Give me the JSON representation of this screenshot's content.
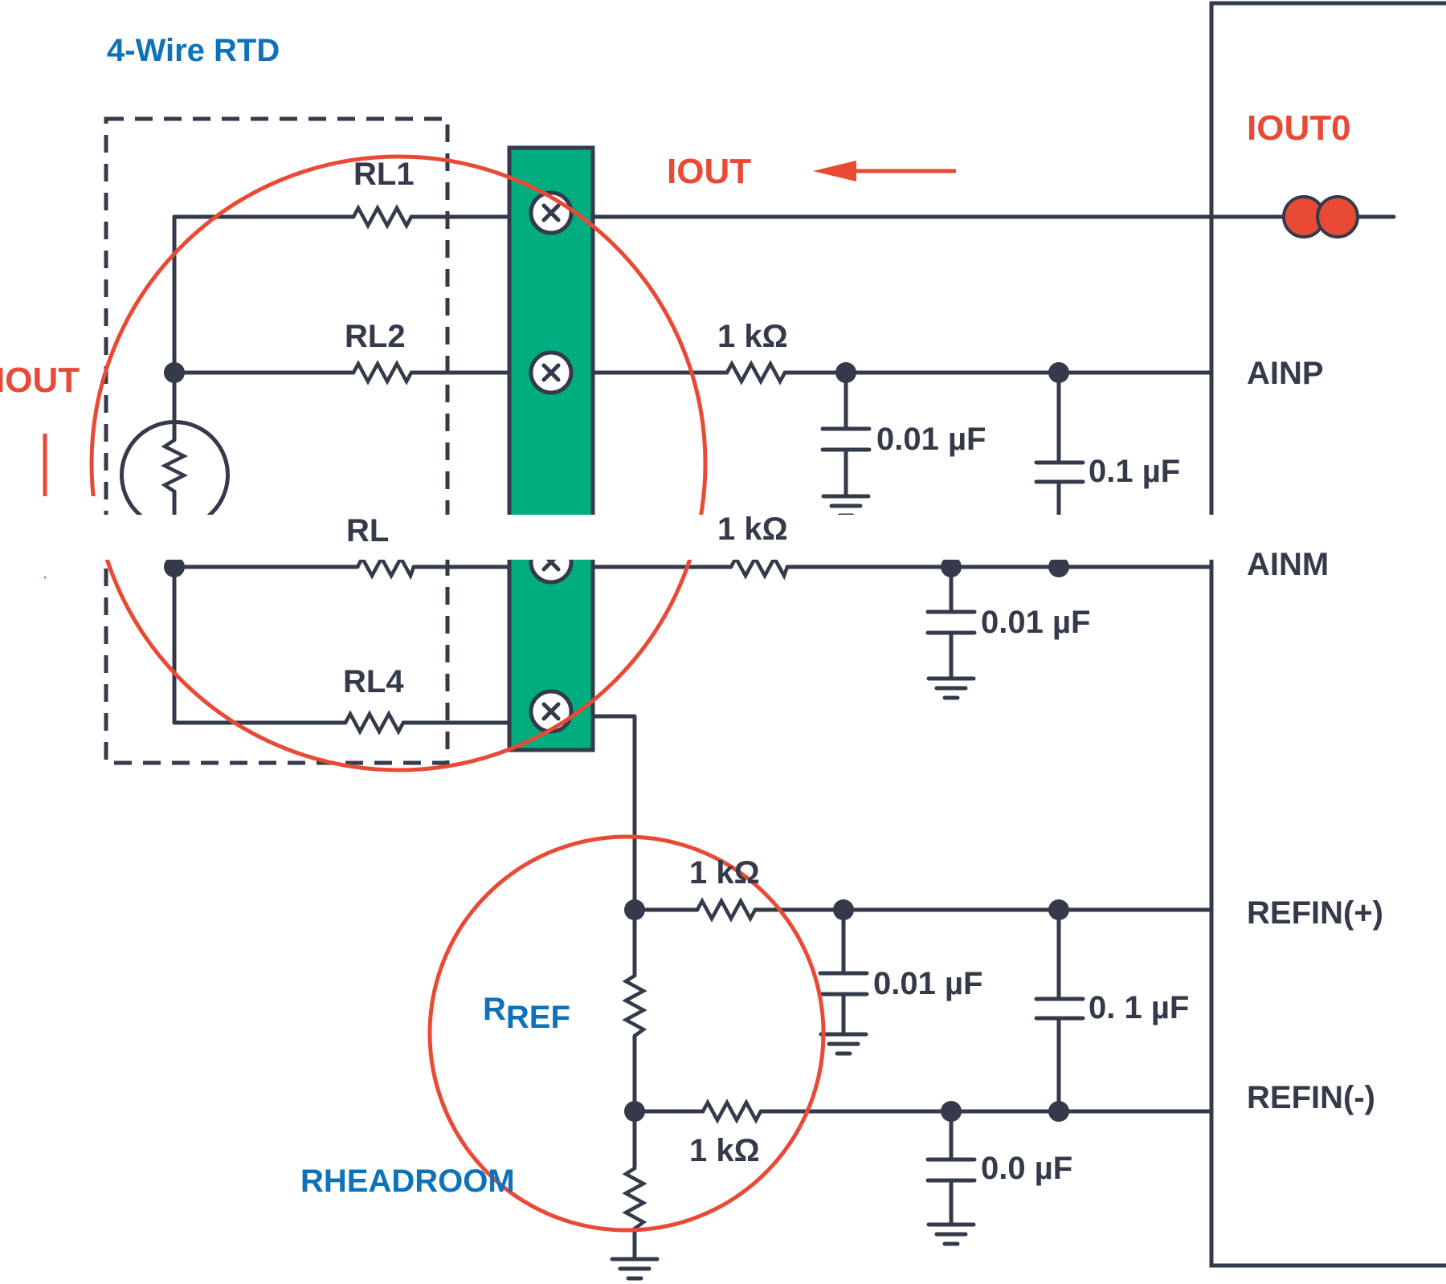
{
  "title": "4-Wire RTD",
  "colors": {
    "wire": "#343a4a",
    "highlight": "#e84a35",
    "label_blue": "#0d72b9",
    "terminal_block": "#00ad7f"
  },
  "current_labels": {
    "top": "IOUT",
    "left": "IOUT",
    "pin": "IOUT0"
  },
  "lead_resistors": [
    "RL1",
    "RL2",
    "RL",
    "RL4"
  ],
  "filter_resistors": [
    "1 kΩ",
    "1 kΩ",
    "1 kΩ",
    "1 kΩ"
  ],
  "capacitors": [
    "0.01 µF",
    "0.1 µF",
    "0.01 µF",
    "0.01 µF",
    "0. 1 µF",
    "0.0 µF"
  ],
  "adc_pins": [
    "AINP",
    "AINM",
    "REFIN(+)",
    "REFIN(-)"
  ],
  "reference": {
    "main": "R",
    "sub": "REF"
  },
  "headroom": "RHEADROOM"
}
